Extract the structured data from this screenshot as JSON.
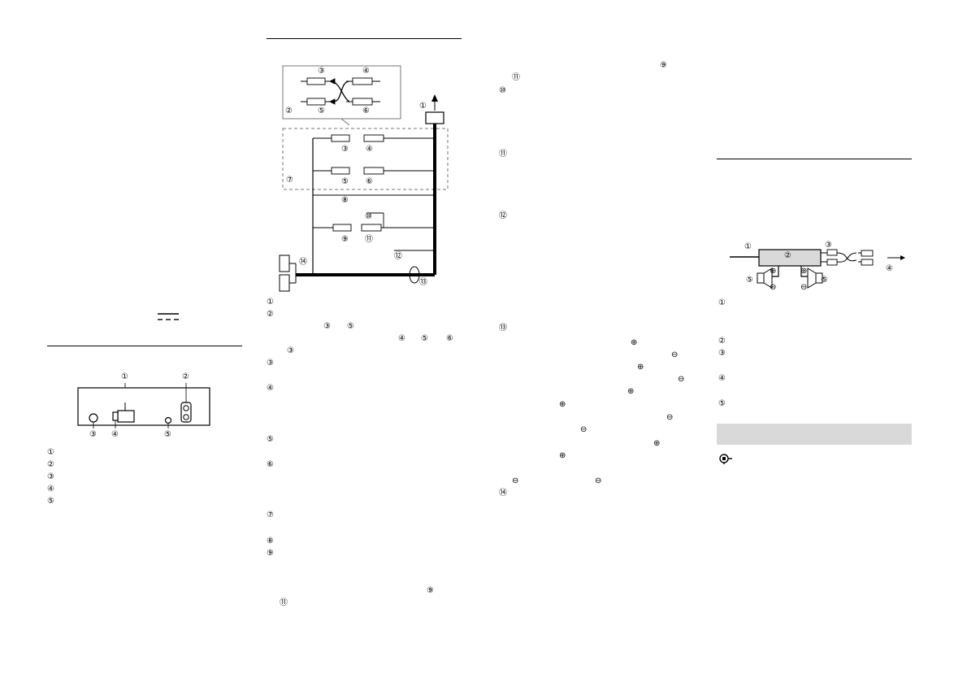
{
  "dc_symbol": "⎓",
  "circled": {
    "n1": "①",
    "n2": "②",
    "n3": "③",
    "n4": "④",
    "n5": "⑤",
    "n6": "⑥",
    "n7": "⑦",
    "n8": "⑧",
    "n9": "⑨",
    "n10": "⑩",
    "n11": "⑪",
    "n12": "⑫",
    "n13": "⑬",
    "n14": "⑭"
  },
  "signs": {
    "plus": "⊕",
    "minus": "⊖"
  },
  "colors": {
    "banner_gray": "#d9d9d9",
    "ink": "#000000"
  }
}
